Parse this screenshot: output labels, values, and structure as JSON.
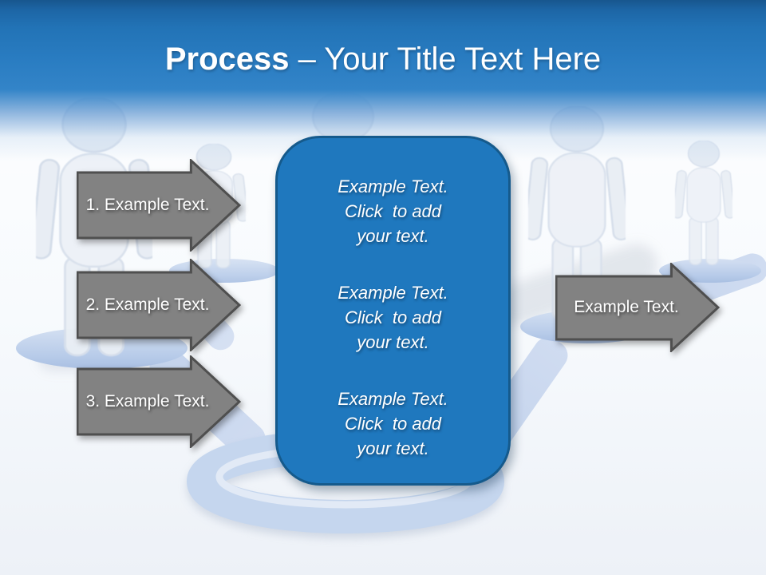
{
  "title": {
    "bold": "Process",
    "rest": " – Your Title Text Here"
  },
  "arrows": [
    {
      "label": "1. Example Text."
    },
    {
      "label": "2. Example Text."
    },
    {
      "label": "3. Example Text."
    },
    {
      "label": "Example Text."
    }
  ],
  "center_box": {
    "blocks": [
      [
        "Example Text.",
        "Click  to add",
        "your text."
      ],
      [
        "Example Text.",
        "Click  to add",
        "your text."
      ],
      [
        "Example Text.",
        "Click  to add",
        "your text."
      ]
    ]
  },
  "colors": {
    "header_top_blue": "#1a5c96",
    "header_blue": "#2b7fc4",
    "box_fill": "#1f78be",
    "box_border": "#155a8c",
    "arrow_fill": "#828282",
    "arrow_border": "#4f4f4f",
    "floor_blue": "#c5d6ee",
    "text_white": "#ffffff"
  }
}
